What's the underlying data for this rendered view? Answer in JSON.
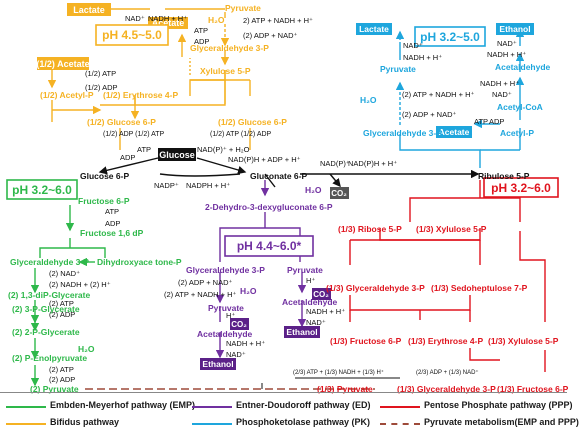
{
  "colors": {
    "emp": "#2eb84a",
    "bifidus": "#f5b223",
    "ed": "#7030a0",
    "pk": "#1ea6dd",
    "ppp": "#e0141e",
    "pyr": "#9e4a3a",
    "black": "#111111"
  },
  "boxes": {
    "ph_bif": "pH 4.5~5.0",
    "ph_pk": "pH 3.2~5.0",
    "ph_emp": "pH 3.2~6.0",
    "ph_ppp": "pH 3.2~6.0",
    "ph_ed": "pH 4.4~6.0*",
    "lactate_top": "Lactate",
    "acetate_top": "Acetate",
    "acetate_half": "(1/2) Acetate",
    "glucose": "Glucose",
    "co2_center": "CO₂",
    "lactate_pk": "Lactate",
    "ethanol_pk": "Ethanol",
    "acetate_pk": "Acetate",
    "co2_ed1": "CO₂",
    "ethanol_ed1": "Ethanol",
    "co2_ed2": "CO₂",
    "ethanol_ed2": "Ethanol"
  },
  "labels": {
    "pyruvate_top": "Pyruvate",
    "nad_top": "NAD⁺",
    "nadh_top": "NADH + H⁺",
    "h2o_bif": "H₂O",
    "atp_nadh_bif": "2) ATP + NADH + H⁺",
    "adp_nad_bif": "(2) ADP + NAD⁺",
    "atp_ace": "ATP",
    "adp_ace": "ADP",
    "g3p_bif": "Glyceraldehyde 3-P",
    "half_atp1": "(1/2) ATP",
    "half_adp1": "(1/2) ADP",
    "half_acetylp": "(1/2) Acetyl-P",
    "half_ery4p": "(1/2) Erythrose 4-P",
    "xylulose_bif": "Xylulose 5-P",
    "half_g6p_left": "(1/2) Glucose 6-P",
    "half_g6p_right": "(1/2) Glucose 6-P",
    "half_adp_atp_l": "(1/2) ADP (1/2) ATP",
    "half_atp_adp_r": "(1/2) ATP (1/2) ADP",
    "glucose6p": "Glucose 6-P",
    "atp_g": "ATP",
    "adp_g": "ADP",
    "nadp_top": "NAD(P)⁺ + H₂O",
    "nadph_top": "NAD(P)H + ADP + H⁺",
    "gluconate6p": "Gluconate 6-P",
    "nadp_mid": "NADP⁺",
    "nadph_mid": "NADPH + H⁺",
    "h2o_center": "H₂O",
    "nadp_right": "NAD(P)⁺",
    "nadph_right": "NAD(P)H + H⁺",
    "ribulose5p": "Ribulose 5-P",
    "dehydro": "2-Dehydro-3-dexygluconate 6-P",
    "fructose6p": "Fructose 6-P",
    "atp_f": "ATP",
    "adp_f": "ADP",
    "fbp": "Fructose 1,6 dP",
    "g3p_emp": "Glyceraldehyde 3-P",
    "dhap": "Dihydroxyace tone-P",
    "two_nad": "(2) NAD⁺",
    "two_nadh": "(2) NADH + (2) H⁺",
    "bpg": "(2) 1,3-diP-Glycerate",
    "two_atp1": "(2) ATP",
    "two_adp1": "(2) ADP",
    "pg3": "(2) 3-P-Glycerate",
    "pg2": "(2) 2-P-Glycerate",
    "h2o_emp": "H₂O",
    "pep": "(2) P-Enolpyruvate",
    "two_atp2": "(2) ATP",
    "two_adp2": "(2) ADP",
    "pyr_emp": "(2) Pyruvate",
    "pyruvate_pk": "Pyruvate",
    "nad_pk1": "NAD⁺",
    "nadh_pk1": "NADH + H⁺",
    "h2o_pk": "H₂O",
    "atp_nadh_pk": "(2) ATP + NADH + H⁺",
    "adp_nad_pk": "(2) ADP + NAD⁺",
    "g3p_pk": "Glyceraldehyde 3-P",
    "nad_pk2": "NAD⁺",
    "nadh_pk2": "NADH + H⁺",
    "acetaldehyde_pk": "Acetaldehyde",
    "nadh_pk3": "NADH + H⁺",
    "nad_pk3": "NAD⁺",
    "acetylcoa": "Acetyl-CoA",
    "atp_pk": "ATP",
    "adp_pk": "ADP",
    "acetylp_pk": "Acetyl-P",
    "g3p_ed": "Glyceraldehyde 3-P",
    "adp_nad_ed": "(2) ADP + NAD⁺",
    "atp_nadh_ed": "(2) ATP + NADH + H⁺",
    "h2o_ed": "H₂O",
    "pyruvate_ed1": "Pyruvate",
    "h_ed1": "H⁺",
    "acetaldehyde_ed1": "Acetaldehyde",
    "nadh_ed1": "NADH + H⁺",
    "nad_ed1": "NAD⁺",
    "pyruvate_ed2": "Pyruvate",
    "h_ed2": "H⁺",
    "acetaldehyde_ed2": "Acetaldehyde",
    "nadh_ed2": "NADH + H⁺",
    "nad_ed2": "NAD⁺",
    "ribose5p": "(1/3) Ribose 5-P",
    "xylulose5p_a": "(1/3) Xylulose 5-P",
    "g3p_ppp": "(1/3) Glyceraldehyde 3-P",
    "sedo7p": "(1/3) Sedoheptulose 7-P",
    "f6p_ppp": "(1/3) Fructose 6-P",
    "ery4p_ppp": "(1/3) Erythrose 4-P",
    "xylulose5p_b": "(1/3) Xylulose 5-P",
    "pyr_third": "(1/3) Pyruvate",
    "g3p_third": "(1/3) Glyceraldehyde 3-P",
    "f6p_third": "(1/3) Fructose 6-P",
    "cofactor_bottom_l": "(2/3) ATP + (1/3) NADH + (1/3) H⁺",
    "cofactor_bottom_r": "(2/3) ADP + (1/3) NAD⁺"
  },
  "legend": {
    "emp": "Embden-Meyerhof pathway (EMP)",
    "bifidus": "Bifidus pathway",
    "ed": "Entner-Doudoroff pathway (ED)",
    "pk": "Phosphoketolase pathway (PK)",
    "ppp": "Pentose Phosphate pathway (PPP)",
    "pyr": "Pyruvate metabolism(EMP and PPP)"
  }
}
